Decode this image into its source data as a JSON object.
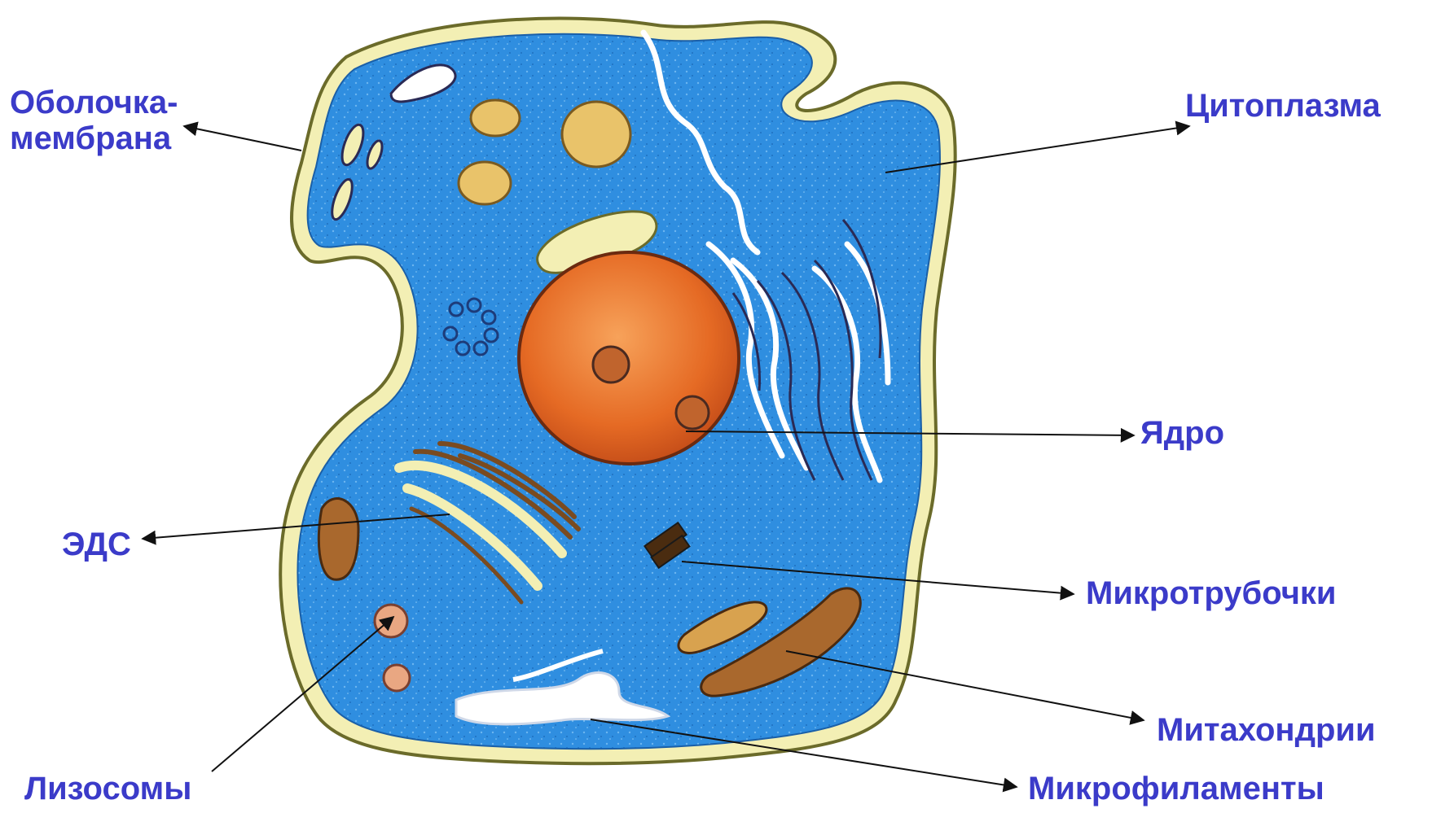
{
  "colors": {
    "label": "#3b3bc9",
    "cytoplasm": "#2f8ee0",
    "membrane": "#f3efb4",
    "nucleus": "#e8762e",
    "mitochondria": "#a9682d",
    "vesicle": "#e9c36a"
  },
  "labels": {
    "membrane_line1": "Оболочка-",
    "membrane_line2": "мембрана",
    "cytoplasm": "Цитоплазма",
    "nucleus": "Ядро",
    "er": "ЭДС",
    "microtubules": "Микротрубочки",
    "mitochondria": "Митахондрии",
    "lysosomes": "Лизосомы",
    "microfilaments": "Микрофиламенты"
  }
}
